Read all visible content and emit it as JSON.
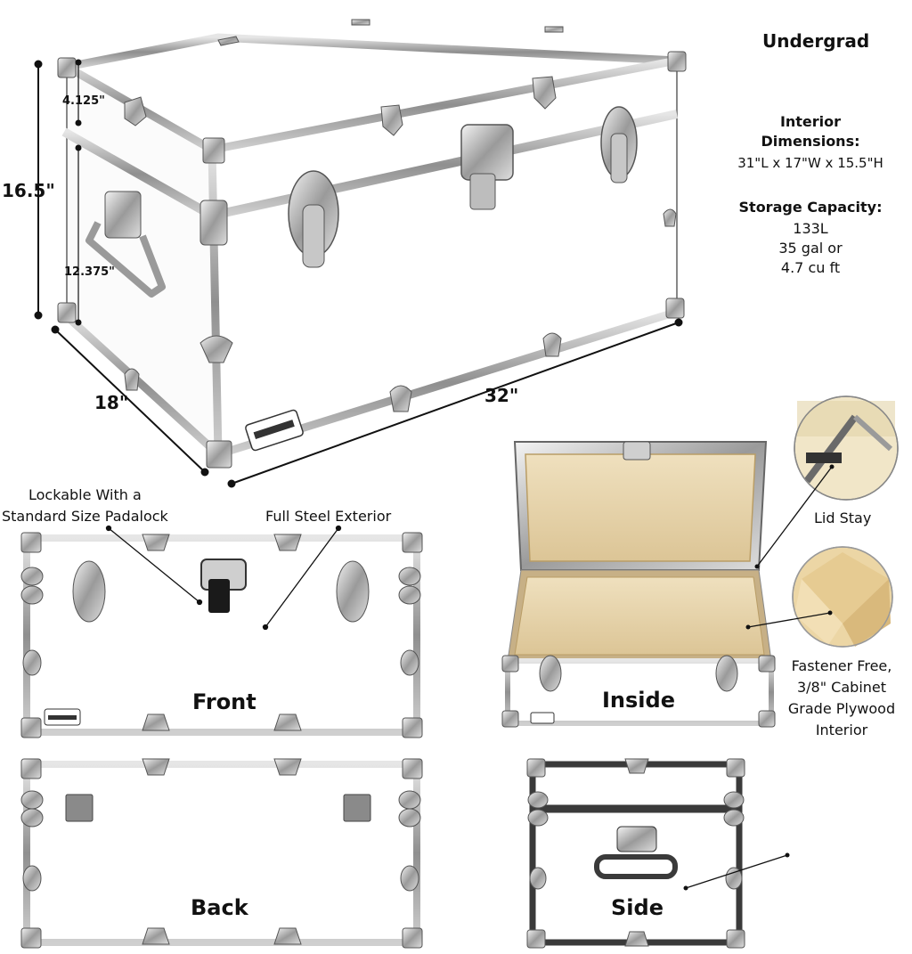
{
  "model_title": "Undergrad",
  "specs": {
    "interior_heading_1": "Interior",
    "interior_heading_2": "Dimensions:",
    "interior_value": "31\"L x 17\"W x 15.5\"H",
    "capacity_heading": "Storage Capacity:",
    "capacity_lines": [
      "133L",
      "35 gal or",
      "4.7 cu ft"
    ]
  },
  "dimensions": {
    "height": "16.5\"",
    "lid_height": "4.125\"",
    "base_height": "12.375\"",
    "depth": "18\"",
    "length": "32\""
  },
  "annotations": {
    "padlock_1": "Lockable With a",
    "padlock_2": "Standard Size Padalock",
    "steel": "Full Steel Exterior",
    "lid_stay": "Lid Stay",
    "plywood": [
      "Fastener Free,",
      "3/8\" Cabinet",
      "Grade Plywood",
      "Interior"
    ]
  },
  "views": {
    "front": "Front",
    "back": "Back",
    "side": "Side",
    "inside": "Inside"
  },
  "colors": {
    "trunk_body": "#ffffff",
    "trim": "#9a9a9a",
    "trim_dark": "#5a5a5a",
    "hardware": "#b8b8b8",
    "plywood": "#e9d7b0",
    "plywood_dark": "#d8c190"
  }
}
